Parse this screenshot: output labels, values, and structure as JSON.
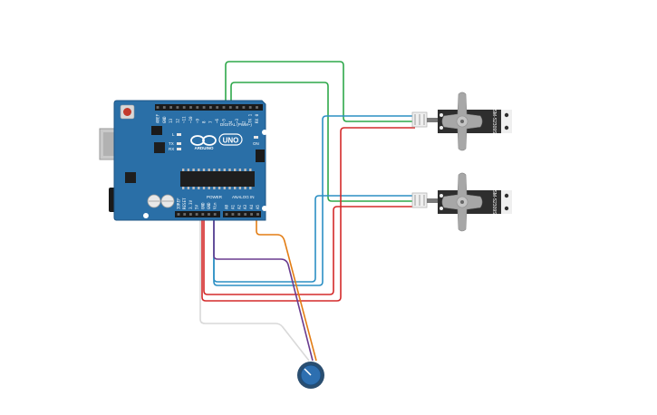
{
  "board": {
    "logo": "UNO",
    "brand": "ARDUINO",
    "digital_label": "DIGITAL (PWM~)",
    "power_label": "POWER",
    "analog_label": "ANALOG IN",
    "tx_label": "TX",
    "rx_label": "RX",
    "l_label": "L",
    "on_label": "ON",
    "digital_pins": [
      "AREF",
      "GND",
      "13",
      "12",
      "~11",
      "~10",
      "~9",
      "8",
      "7",
      "~6",
      "~5",
      "4",
      "~3",
      "2",
      "TX 1",
      "RX 0"
    ],
    "power_pins": [
      "IOREF",
      "RESET",
      "3.3V",
      "5V",
      "GND",
      "GND",
      "Vin"
    ],
    "analog_pins": [
      "A0",
      "A1",
      "A2",
      "A3",
      "A4",
      "A5"
    ]
  },
  "servos": [
    {
      "label": "SM-S2309S"
    },
    {
      "label": "SM-S2309S"
    }
  ],
  "wire_colors": {
    "green": "#2ea84a",
    "blue": "#2b8fc4",
    "red": "#d42a2a",
    "purple": "#6a3c8f",
    "orange": "#e37d14",
    "white": "#d9d9d9"
  },
  "colors": {
    "board": "#2a6fa7",
    "board_dark": "#1f5686",
    "servo_body": "#2e2e2e",
    "servo_horn": "#a7a7a7",
    "pot_knob": "#2d6fb0"
  }
}
